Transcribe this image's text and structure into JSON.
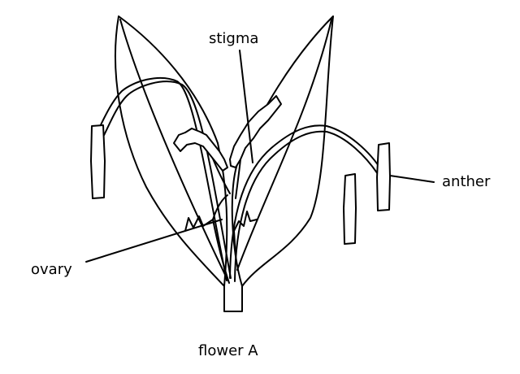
{
  "labels": {
    "stigma": "stigma",
    "anther": "anther",
    "ovary": "ovary"
  },
  "caption": "flower A"
}
